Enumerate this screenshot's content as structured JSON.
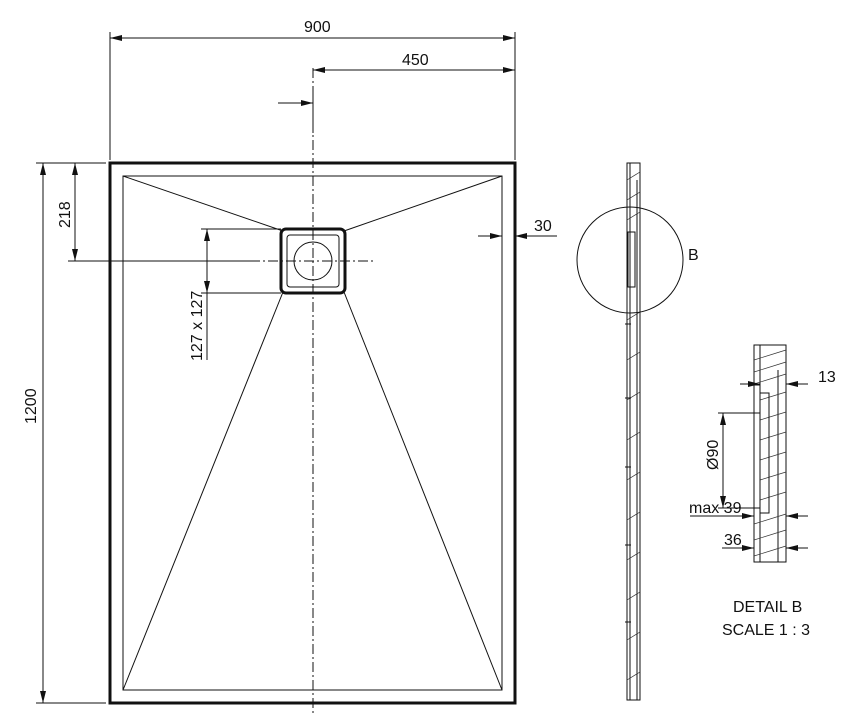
{
  "dimensions": {
    "width": "900",
    "half_width": "450",
    "height": "1200",
    "drain_offset": "218",
    "drain_size": "127 x 127",
    "edge_width": "30"
  },
  "detail": {
    "marker": "B",
    "title": "DETAIL B",
    "scale": "SCALE 1 : 3",
    "wall_thickness": "13",
    "drain_diameter": "Ø90",
    "max_depth": "max 39",
    "total_height": "36"
  }
}
